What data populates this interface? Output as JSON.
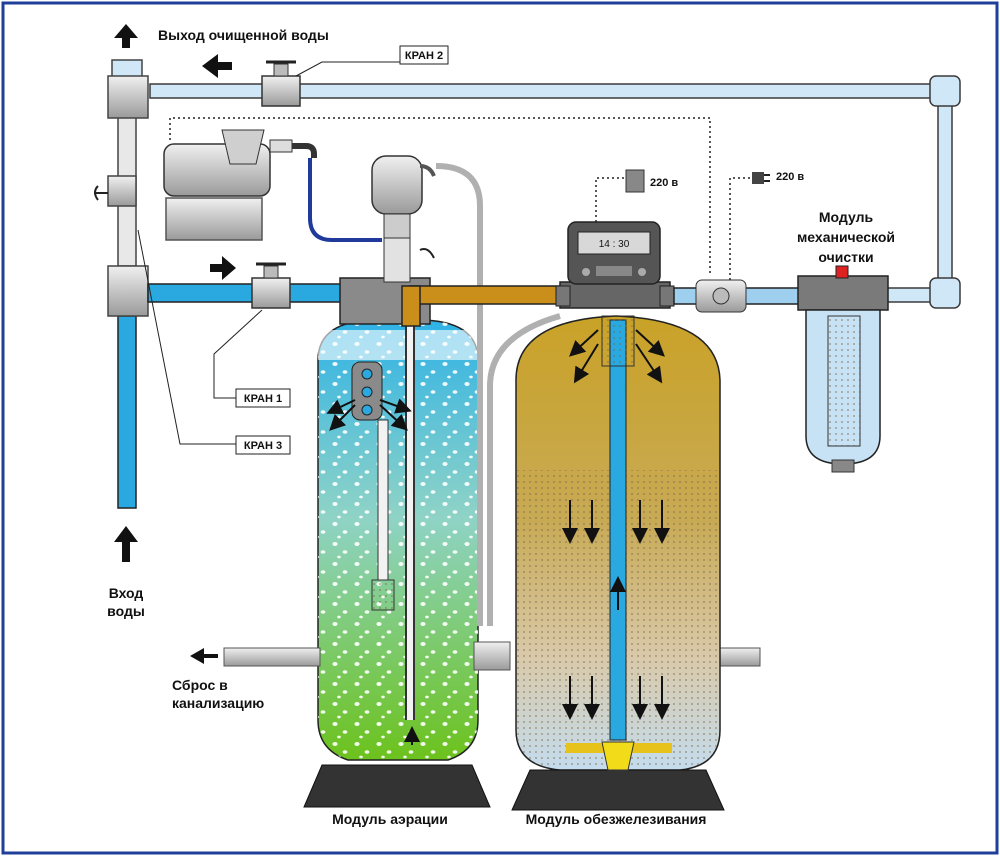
{
  "labels": {
    "clean_water_out": "Выход очищенной воды",
    "water_in_line1": "Вход",
    "water_in_line2": "воды",
    "drain_line1": "Сброс в",
    "drain_line2": "канализацию",
    "aeration_module": "Модуль аэрации",
    "iron_removal_module": "Модуль обезжелезивания",
    "mech_line1": "Модуль",
    "mech_line2": "механической",
    "mech_line3": "очистки"
  },
  "tags": {
    "valve1": "КРАН 1",
    "valve2": "КРАН 2",
    "valve3": "КРАН 3",
    "power_controller": "220 в",
    "power_plug": "220 в"
  },
  "controller_display": "14 : 30"
}
